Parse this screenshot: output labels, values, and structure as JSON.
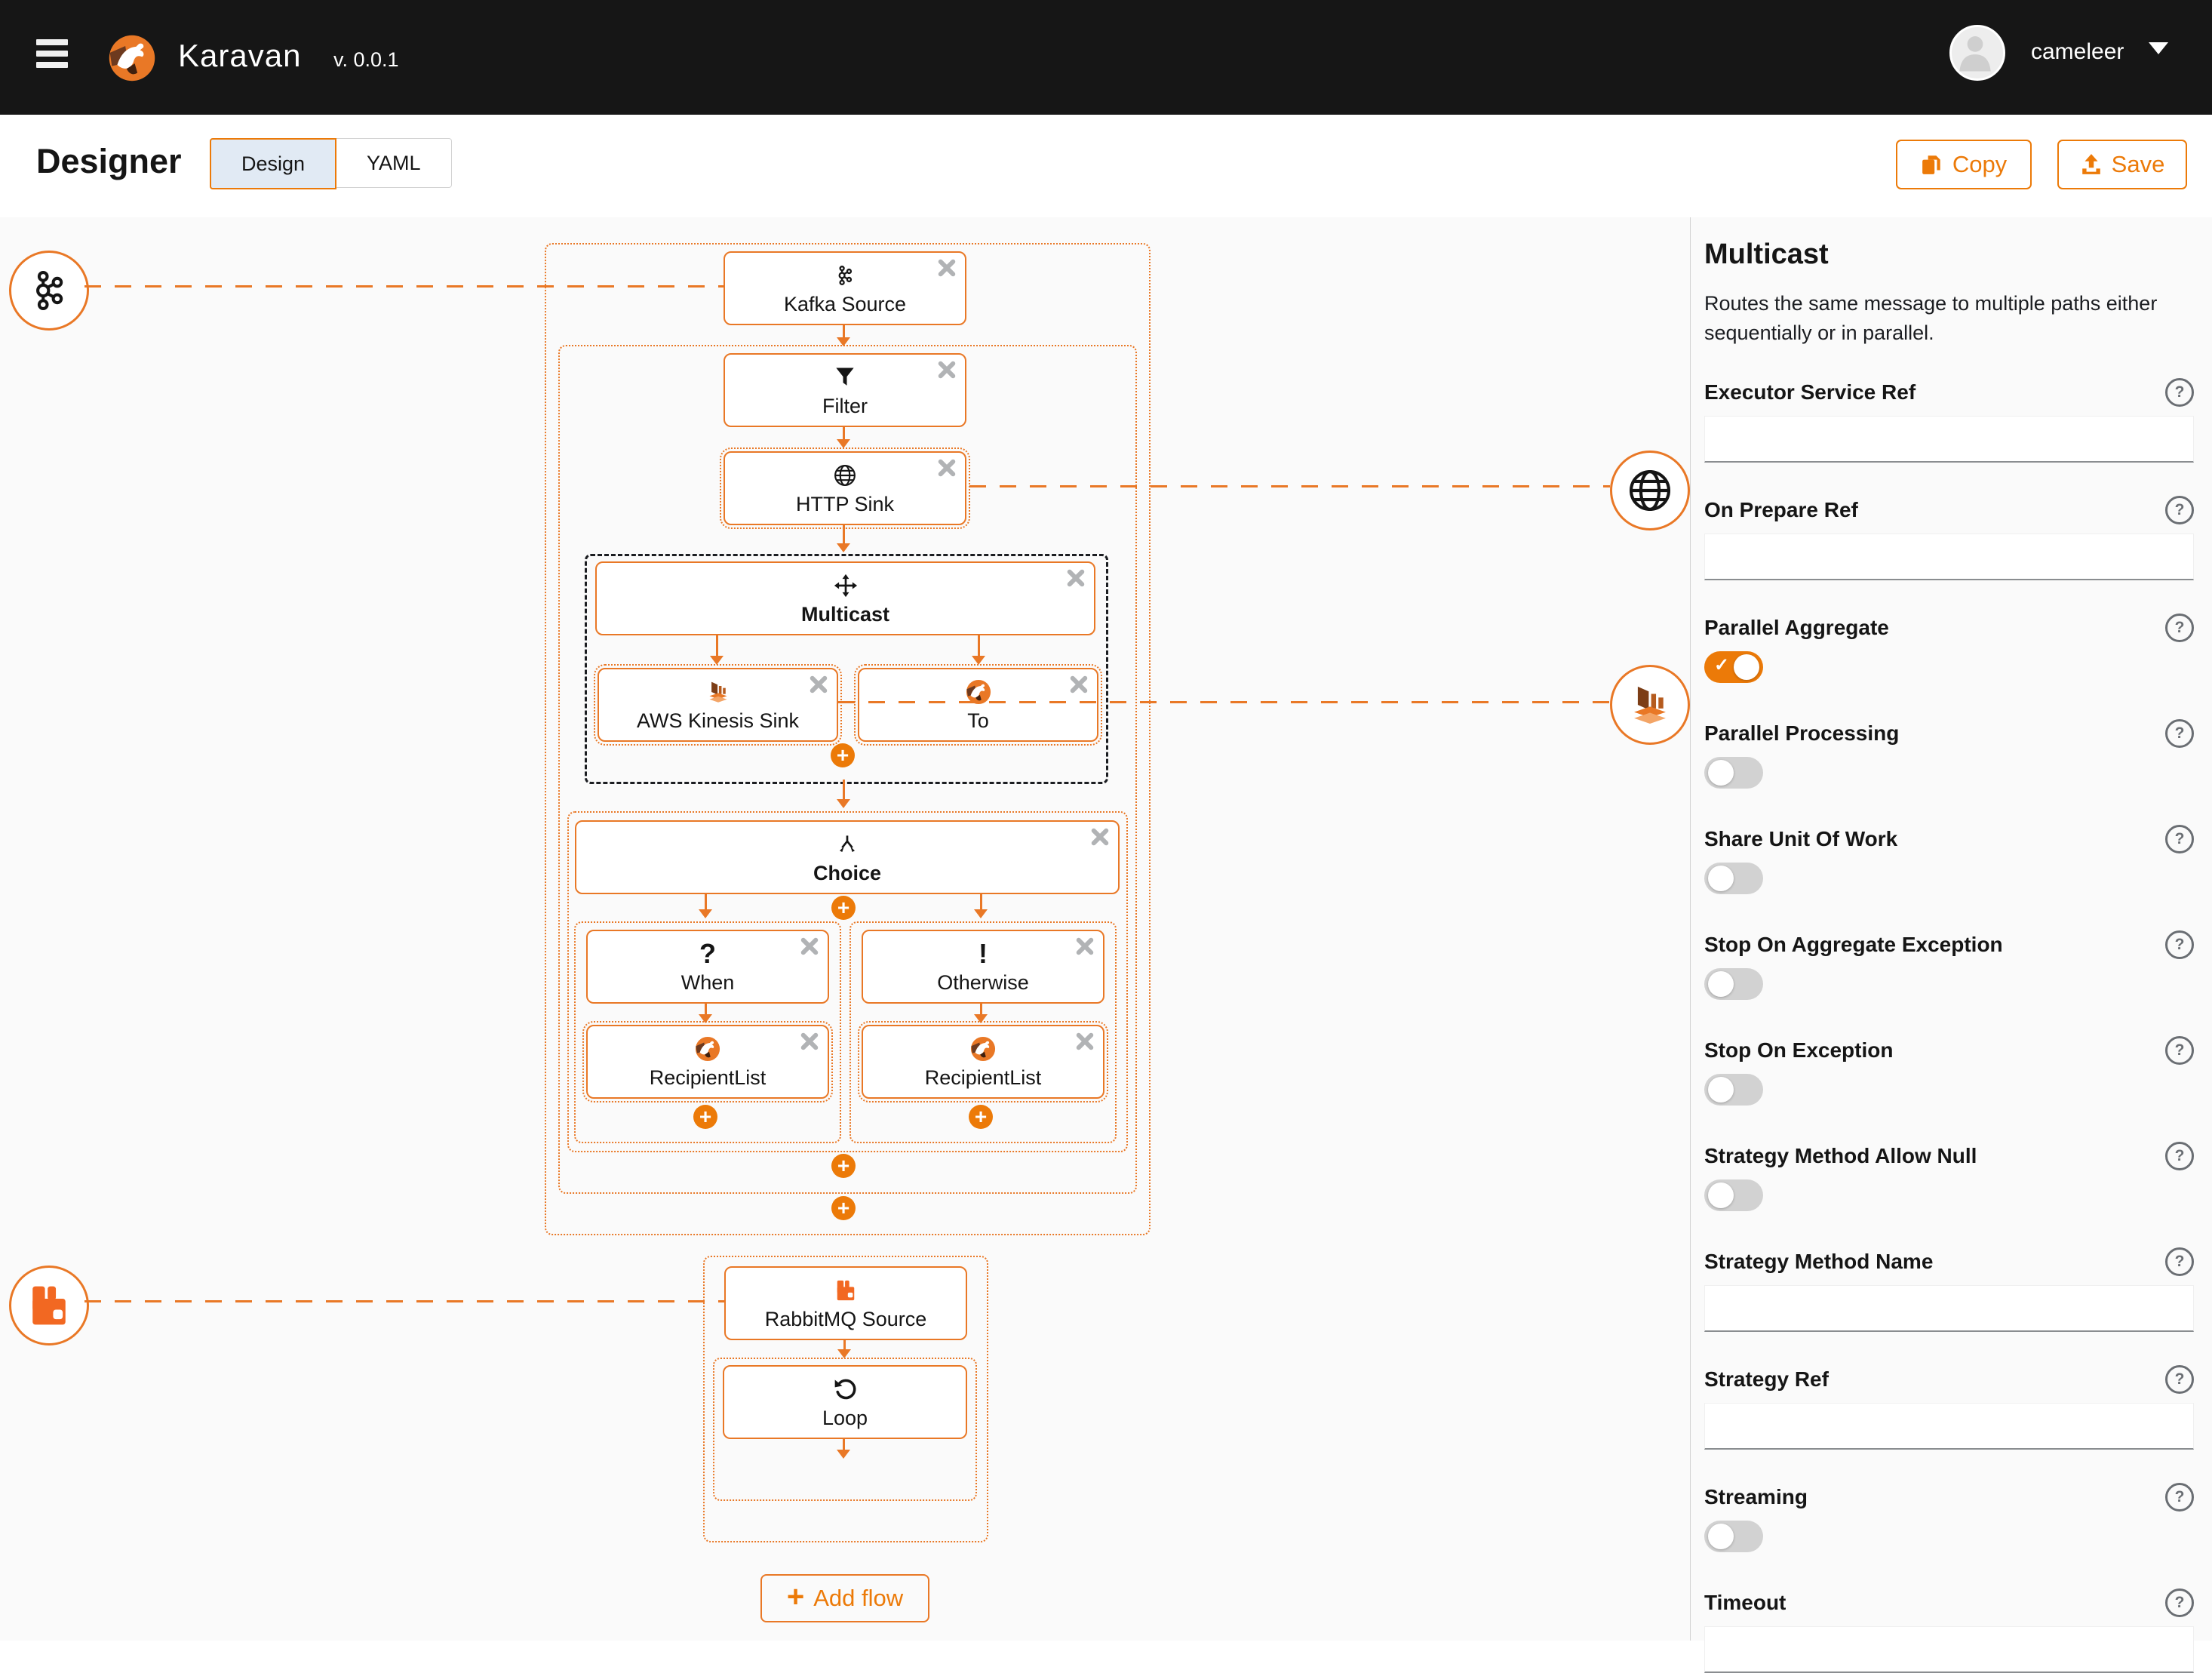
{
  "header": {
    "app_name": "Karavan",
    "version": "v. 0.0.1",
    "user": "cameleer"
  },
  "toolbar": {
    "page_title": "Designer",
    "tabs": [
      {
        "label": "Design",
        "active": true
      },
      {
        "label": "YAML",
        "active": false
      }
    ],
    "copy_label": "Copy",
    "save_label": "Save"
  },
  "canvas": {
    "nodes": {
      "kafka_source": {
        "label": "Kafka Source"
      },
      "filter": {
        "label": "Filter"
      },
      "http_sink": {
        "label": "HTTP Sink"
      },
      "multicast": {
        "label": "Multicast"
      },
      "aws_kinesis_sink": {
        "label": "AWS Kinesis Sink"
      },
      "to": {
        "label": "To"
      },
      "choice": {
        "label": "Choice"
      },
      "when": {
        "label": "When"
      },
      "otherwise": {
        "label": "Otherwise"
      },
      "recipient_list_1": {
        "label": "RecipientList"
      },
      "recipient_list_2": {
        "label": "RecipientList"
      },
      "rabbitmq_source": {
        "label": "RabbitMQ Source"
      },
      "loop": {
        "label": "Loop"
      }
    },
    "add_flow_label": "Add flow"
  },
  "panel": {
    "title": "Multicast",
    "description": "Routes the same message to multiple paths either sequentially or in parallel.",
    "fields": [
      {
        "label": "Executor Service Ref",
        "type": "text",
        "value": ""
      },
      {
        "label": "On Prepare Ref",
        "type": "text",
        "value": ""
      },
      {
        "label": "Parallel Aggregate",
        "type": "switch",
        "value": true
      },
      {
        "label": "Parallel Processing",
        "type": "switch",
        "value": false
      },
      {
        "label": "Share Unit Of Work",
        "type": "switch",
        "value": false
      },
      {
        "label": "Stop On Aggregate Exception",
        "type": "switch",
        "value": false
      },
      {
        "label": "Stop On Exception",
        "type": "switch",
        "value": false
      },
      {
        "label": "Strategy Method Allow Null",
        "type": "switch",
        "value": false
      },
      {
        "label": "Strategy Method Name",
        "type": "text",
        "value": ""
      },
      {
        "label": "Strategy Ref",
        "type": "text",
        "value": ""
      },
      {
        "label": "Streaming",
        "type": "switch",
        "value": false
      },
      {
        "label": "Timeout",
        "type": "text",
        "value": ""
      }
    ]
  },
  "colors": {
    "accent": "#ec7a08",
    "diagram_orange": "#e97826",
    "selection_black": "#1b1d21",
    "close_gray": "#b1b3b5"
  }
}
